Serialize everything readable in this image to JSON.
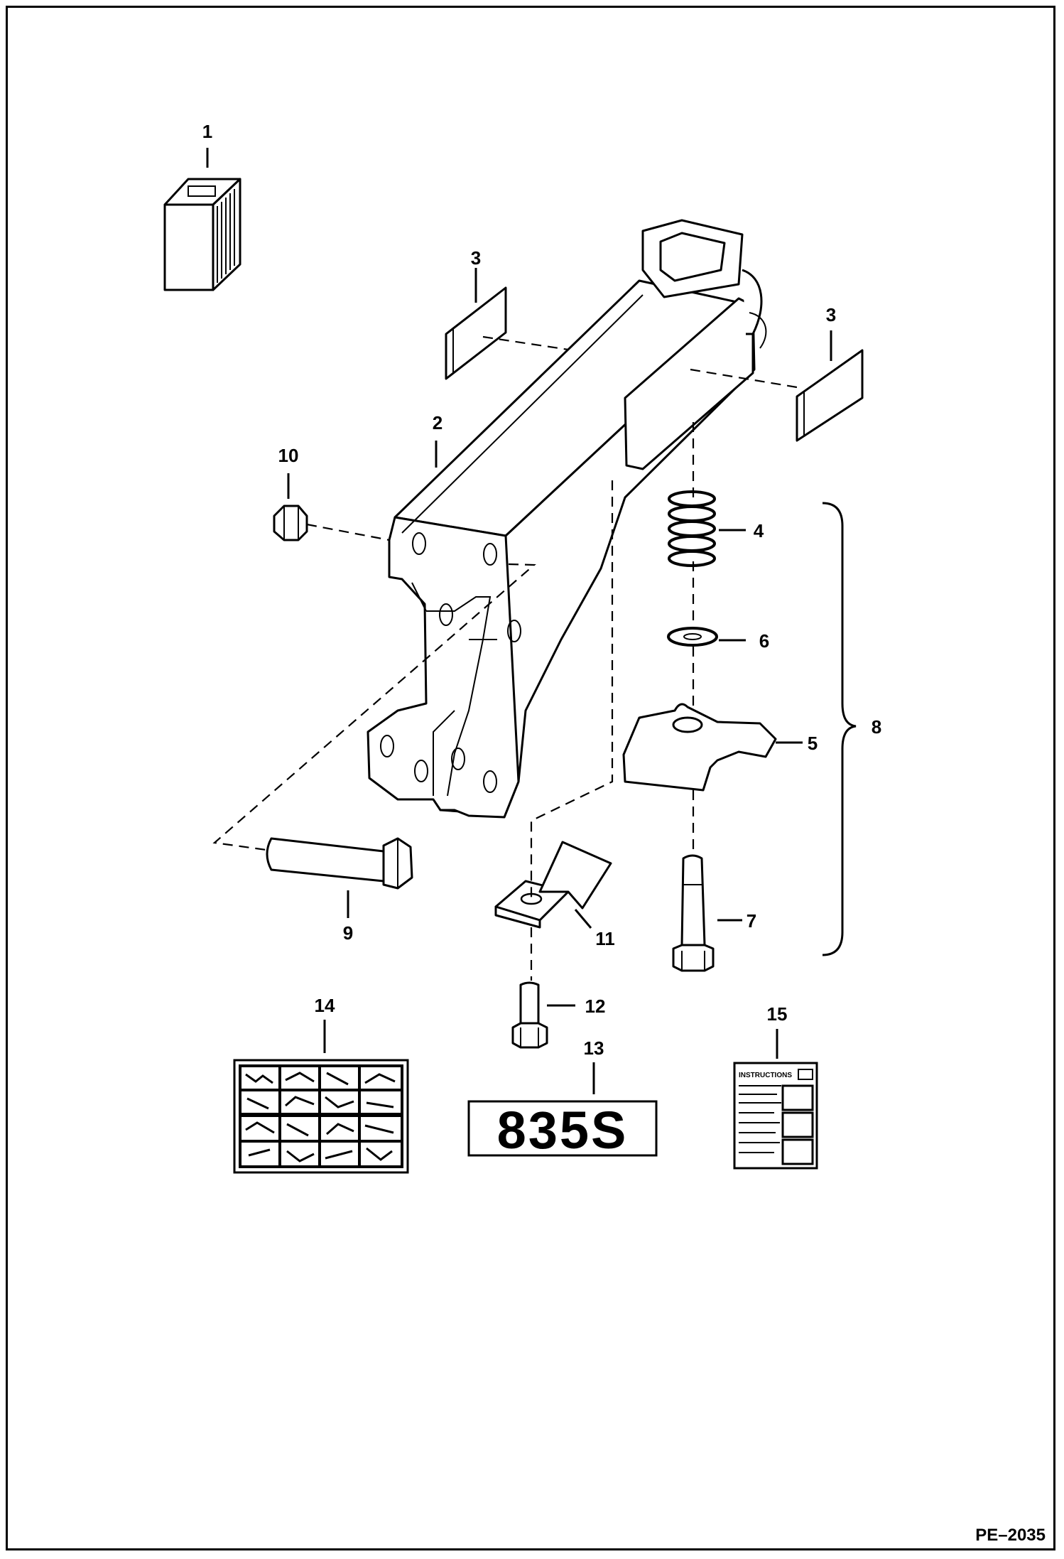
{
  "figure_ref": "PE–2035",
  "callouts": {
    "c1": "1",
    "c2": "2",
    "c3a": "3",
    "c3b": "3",
    "c4": "4",
    "c5": "5",
    "c6": "6",
    "c7": "7",
    "c8": "8",
    "c9": "9",
    "c10": "10",
    "c11": "11",
    "c12": "12",
    "c13": "13",
    "c14": "14",
    "c15": "15"
  },
  "decal_835s": "835S",
  "instructions_header": "INSTRUCTIONS"
}
